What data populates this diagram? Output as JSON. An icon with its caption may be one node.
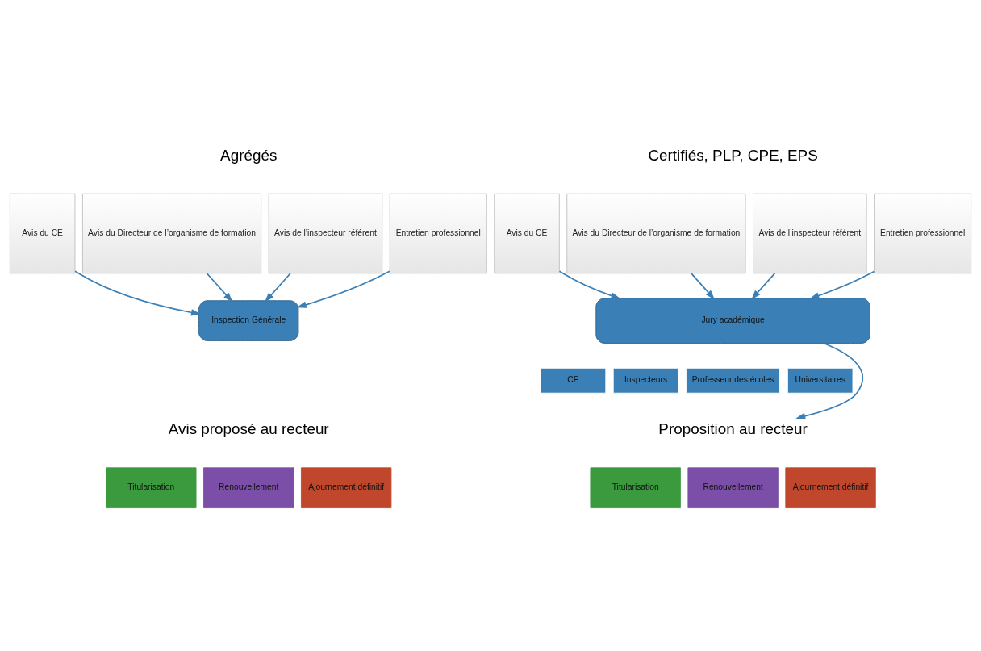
{
  "diagram": {
    "nodes": [
      {
        "text": [
          "Avis du CE"
        ]
      },
      {
        "text": [
          "Avis du Directeur de l’organisme de formation"
        ]
      },
      {
        "text": [
          "Avis de l’inspecteur référent"
        ]
      },
      {
        "text": [
          "Entretien professionnel"
        ]
      },
      {
        "text": [
          "Jury académique"
        ]
      },
      {
        "text": [
          "CE"
        ]
      },
      {
        "text": [
          "Inspecteurs"
        ]
      },
      {
        "text": [
          "Professeur des écoles"
        ]
      },
      {
        "text": [
          "Universitaires"
        ]
      },
      {
        "text": [
          "Proposition au recteur"
        ]
      },
      {
        "text": [
          "Titularisation"
        ]
      },
      {
        "text": [
          "Renouvellement"
        ]
      },
      {
        "text": [
          "Ajournement définitif"
        ]
      },
      {
        "text": [
          "Avis du CE"
        ]
      },
      {
        "text": [
          "Avis du Directeur de l’organisme de formation"
        ]
      },
      {
        "text": [
          "Avis de l’inspecteur référent"
        ]
      },
      {
        "text": [
          "Entretien professionnel"
        ]
      },
      {
        "text": [
          "Inspection Générale"
        ]
      },
      {
        "text": [
          "Titularisation"
        ]
      },
      {
        "text": [
          "Renouvellement"
        ]
      },
      {
        "text": [
          "Ajournement définitif"
        ]
      }
    ],
    "edges": [
      {
        "from": 0,
        "to": 4,
        "arrow": "to"
      },
      {
        "from": 1,
        "to": 4,
        "arrow": "to"
      },
      {
        "from": 2,
        "to": 4,
        "arrow": "to"
      },
      {
        "from": 3,
        "to": 4,
        "arrow": "to"
      },
      {
        "from": 4,
        "to": 9,
        "arrow": "to"
      },
      {
        "from": 13,
        "to": 17,
        "arrow": "to"
      },
      {
        "from": 14,
        "to": 17,
        "arrow": "to"
      },
      {
        "from": 15,
        "to": 17,
        "arrow": "to"
      },
      {
        "from": 16,
        "to": 17,
        "arrow": "to"
      }
    ],
    "labels": [
      "Certifiés, PLP, CPE, EPS",
      "Agrégés",
      "Avis proposé au recteur"
    ]
  }
}
